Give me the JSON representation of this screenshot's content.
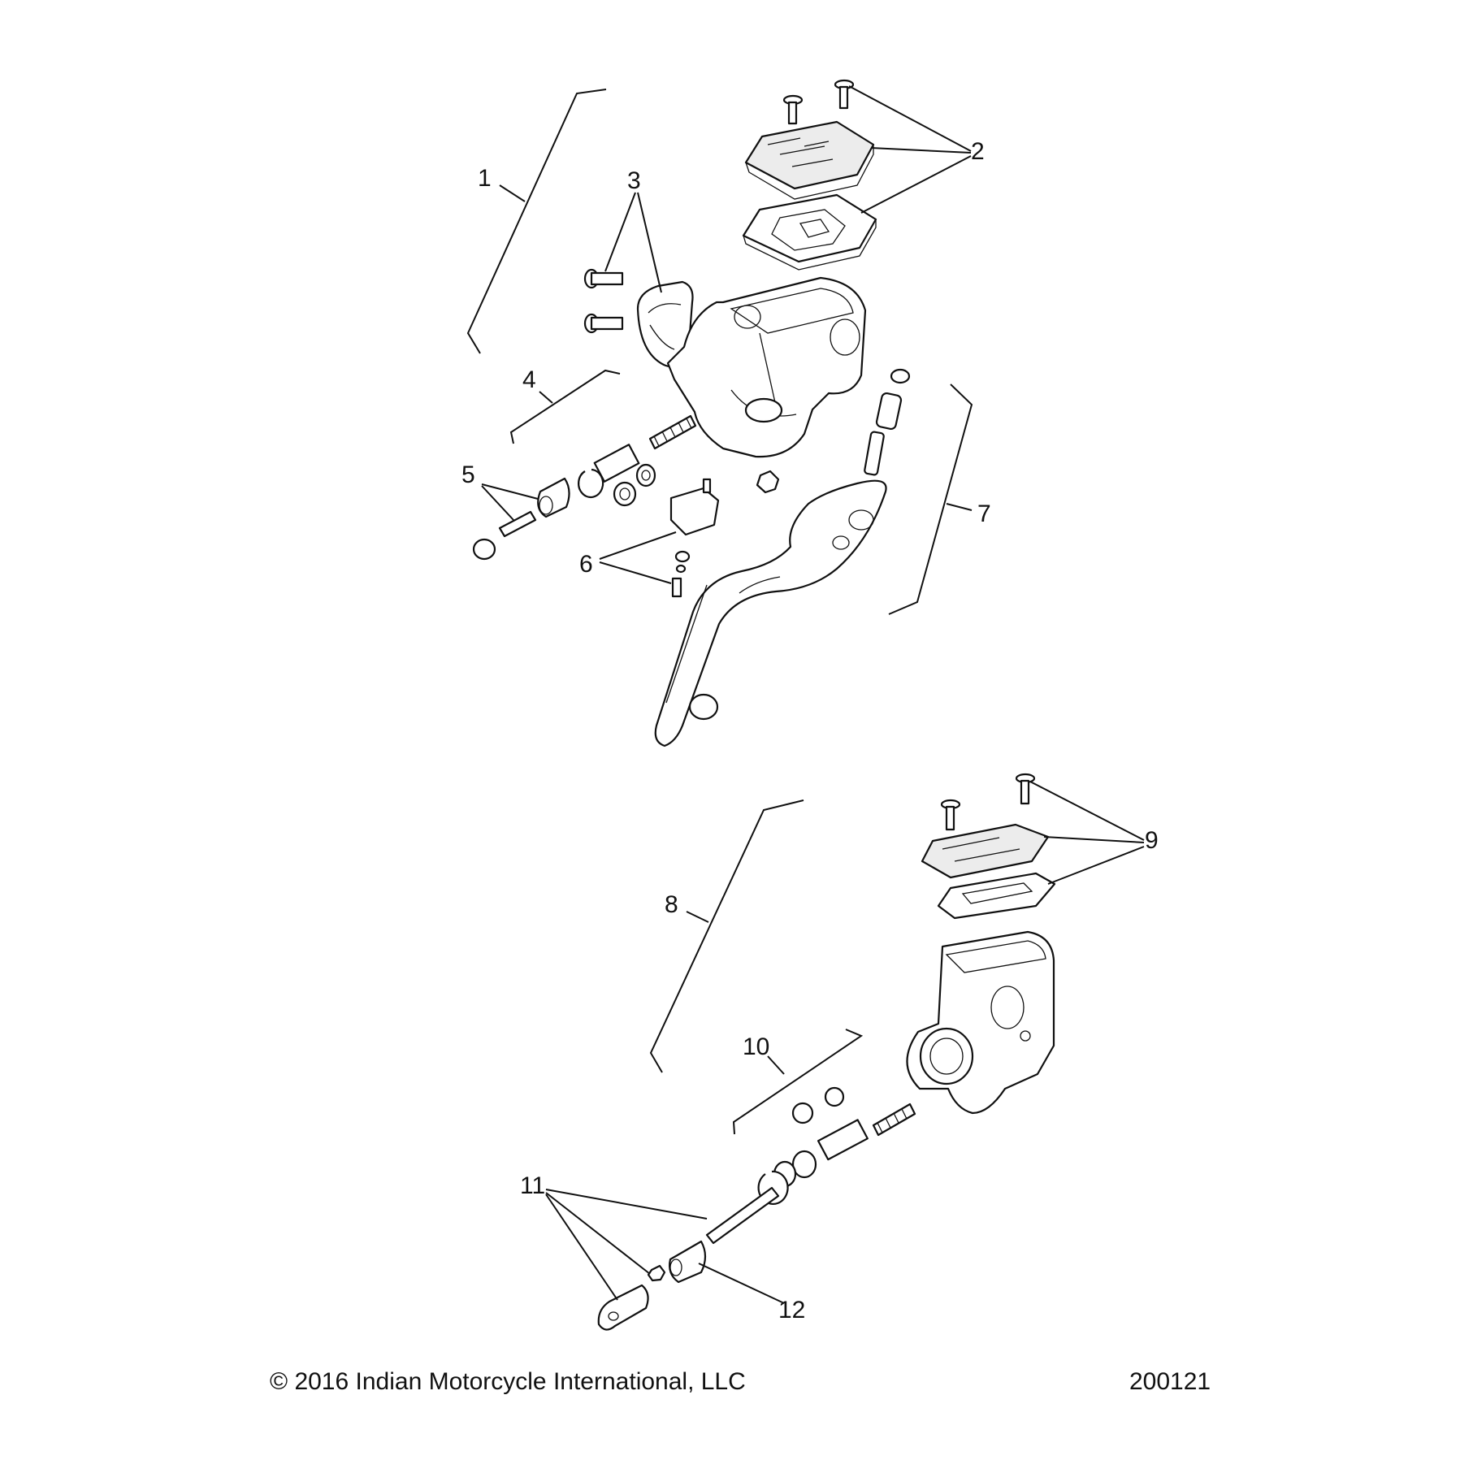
{
  "diagram": {
    "callouts": [
      "1",
      "2",
      "3",
      "4",
      "5",
      "6",
      "7",
      "8",
      "9",
      "10",
      "11",
      "12"
    ]
  },
  "footer": {
    "copyright": "© 2016 Indian Motorcycle International, LLC",
    "drawing_number": "200121"
  },
  "colors": {
    "ink": "#111111",
    "background": "#ffffff"
  }
}
